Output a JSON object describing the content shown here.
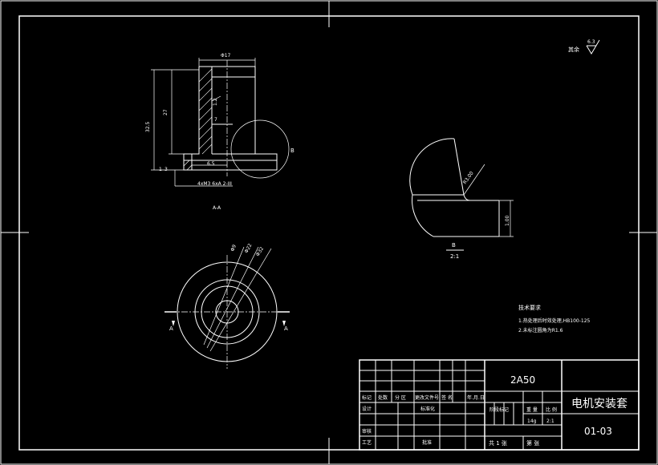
{
  "labels": {
    "surface_finish": "其余",
    "surface_finish_value": "6.3",
    "diameter_top": "Φ17",
    "height_total": "32.5",
    "height_inner": "27",
    "angle": "1.2",
    "dim_7": "7",
    "dim_6_5": "6.5",
    "dim_1": "1",
    "dim_3": "3",
    "thread_note": "4xM3 6xA 2-III",
    "section_aa": "A-A",
    "detail_b_marker": "B",
    "radius_label": "R3.00",
    "detail_dim": "1.00",
    "detail_b_title": "B",
    "detail_b_scale": "2:1",
    "dia_1": "Φ9",
    "dia_2": "Φ22",
    "dia_3": "Φ32",
    "cut_a_left": "A",
    "cut_a_right": "A"
  },
  "technical_requirements": {
    "title": "技术要求",
    "line1": "1.热处理后时效处理,HB100-125",
    "line2": "2.未标注圆角为R1.6"
  },
  "title_block": {
    "material": "2A50",
    "part_name": "电机安装套",
    "drawing_no": "01-03",
    "col_mark": "标记",
    "col_count": "处数",
    "col_zone": "分 区",
    "col_doc": "更改文件号",
    "col_sign": "签 名",
    "col_date": "年.月.日",
    "row_design": "设计",
    "row_standard": "标准化",
    "row_review": "审核",
    "row_process": "工艺",
    "row_approve": "批准",
    "stage_mark": "阶段标记",
    "weight": "重 量",
    "scale": "比 例",
    "weight_val": "14g",
    "scale_val": "2:1",
    "sheet_total": "共 1 张",
    "sheet_no": "第   张"
  }
}
